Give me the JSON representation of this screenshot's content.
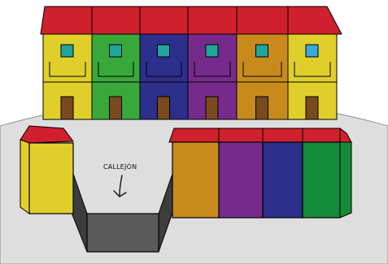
{
  "labels": {
    "alley": "CALLEJÓN"
  },
  "colors": {
    "roof": "#d0202e",
    "ground": "#dedede",
    "alley": "#5a5a5a",
    "door": "#7a4a1f",
    "window": "#1fa59a",
    "window_sky": "#39a9df",
    "yellow": "#e0cf2a",
    "green": "#39a83a",
    "navy": "#2d2f8c",
    "purple": "#762b8c",
    "orange": "#c98a1c",
    "dark_green": "#138c3a"
  },
  "top_row": [
    {
      "color": "yellow",
      "window": "window"
    },
    {
      "color": "green",
      "window": "window"
    },
    {
      "color": "navy",
      "window": "window"
    },
    {
      "color": "purple",
      "window": "window"
    },
    {
      "color": "orange",
      "window": "window"
    },
    {
      "color": "yellow",
      "window": "window_sky"
    }
  ],
  "bottom_row": [
    "orange",
    "purple",
    "navy",
    "dark_green"
  ],
  "left_block": "yellow"
}
